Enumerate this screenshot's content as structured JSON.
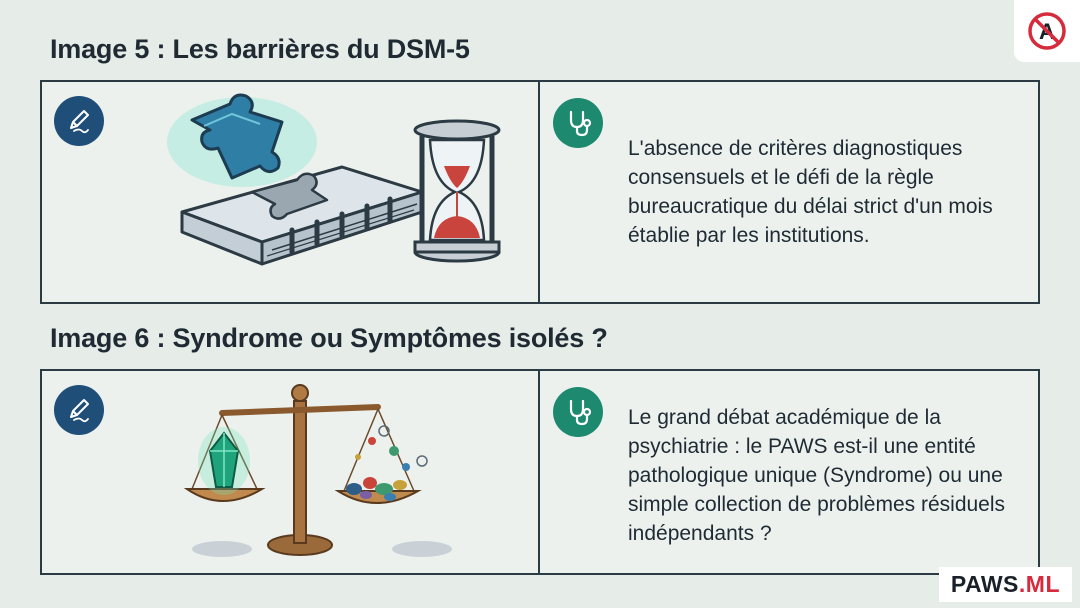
{
  "sections": [
    {
      "title": "Image 5 : Les barrières du DSM-5",
      "text": "L'absence de critères diagnostiques consensuels et le défi de la règle bureaucratique du délai strict d'un mois établie par les institutions."
    },
    {
      "title": "Image 6 : Syndrome ou Symptômes isolés ?",
      "text": "Le grand débat académique de la psychiatrie : le PAWS est-il une entité pathologique unique (Syndrome) ou une simple collection de problèmes résiduels indépendants ?"
    }
  ],
  "icons": {
    "left_badge": "pencil-icon",
    "right_badge": "stethoscope-icon",
    "illustration_5": "puzzle-book-hourglass-illustration",
    "illustration_6": "balance-scale-illustration",
    "corner": "no-a-icon"
  },
  "brand": {
    "name": "PAWS",
    "tld": ".ML"
  },
  "colors": {
    "background": "#e6ece8",
    "badge_blue": "#1f4e79",
    "badge_green": "#1d8a70",
    "brand_accent": "#d62b3c"
  }
}
